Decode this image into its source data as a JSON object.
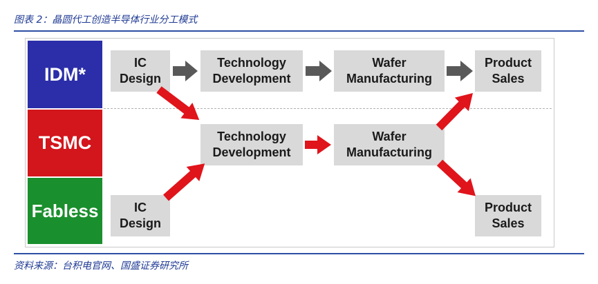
{
  "header": {
    "caption": "图表 2：晶圆代工创造半导体行业分工模式"
  },
  "footer": {
    "caption": "资料来源：台积电官网、国盛证券研究所"
  },
  "bands": {
    "idm": "IDM*",
    "tsmc": "TSMC",
    "fabless": "Fabless"
  },
  "idm_row": {
    "ic_design": "IC\nDesign",
    "tech_dev": "Technology\nDevelopment",
    "wafer_mfg": "Wafer\nManufacturing",
    "product_sales": "Product\nSales"
  },
  "tsmc_row": {
    "tech_dev": "Technology\nDevelopment",
    "wafer_mfg": "Wafer\nManufacturing"
  },
  "fabless_row": {
    "ic_design": "IC\nDesign",
    "product_sales": "Product\nSales"
  },
  "colors": {
    "idm": "#2b2ea8",
    "tsmc": "#d3151c",
    "fabless": "#1a8f2d",
    "box": "#d9d9d9",
    "gray_arrow": "#595959",
    "red_arrow": "#e0141b",
    "caption": "#1f3a93"
  }
}
